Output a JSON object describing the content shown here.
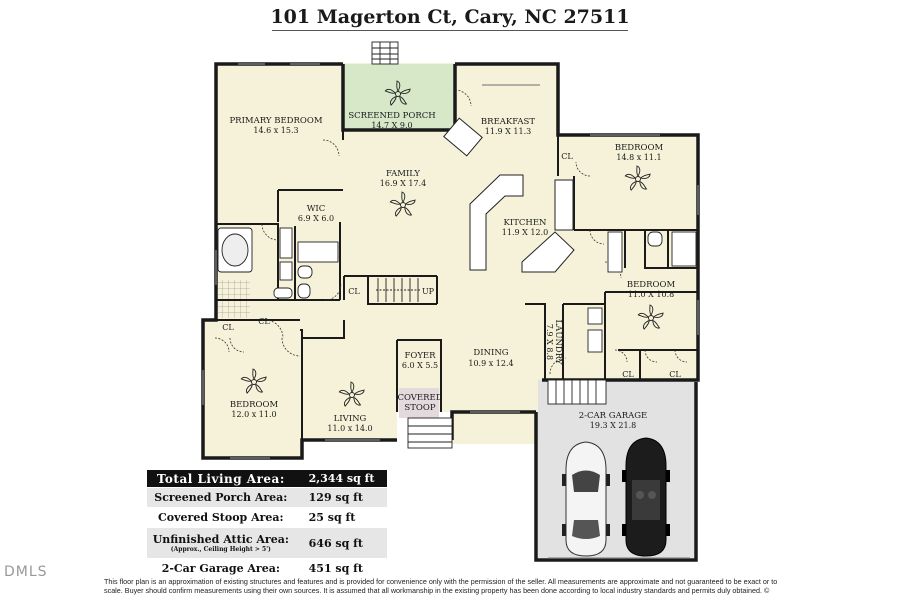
{
  "title": "101 Magerton Ct, Cary, NC 27511",
  "rooms": {
    "primary_bedroom": {
      "name": "PRIMARY BEDROOM",
      "dim": "14.6 x 15.3"
    },
    "screened_porch": {
      "name": "SCREENED PORCH",
      "dim": "14.7 X 9.0"
    },
    "breakfast": {
      "name": "BREAKFAST",
      "dim": "11.9 X 11.3"
    },
    "bedroom_ne": {
      "name": "BEDROOM",
      "dim": "14.8 x 11.1"
    },
    "family": {
      "name": "FAMILY",
      "dim": "16.9 X 17.4"
    },
    "wic": {
      "name": "WIC",
      "dim": "6.9 X 6.0"
    },
    "kitchen": {
      "name": "KITCHEN",
      "dim": "11.9 X 12.0"
    },
    "bedroom_e": {
      "name": "BEDROOM",
      "dim": "11.0 X 10.8"
    },
    "laundry": {
      "name": "LAUNDRY",
      "dim": "7.9 X 8.8"
    },
    "dining": {
      "name": "DINING",
      "dim": "10.9 x 12.4"
    },
    "foyer": {
      "name": "FOYER",
      "dim": "6.0 X 5.5"
    },
    "covered_stoop": {
      "name": "COVERED STOOP",
      "name_line1": "COVERED",
      "name_line2": "STOOP"
    },
    "bedroom_sw": {
      "name": "BEDROOM",
      "dim": "12.0 x 11.0"
    },
    "living": {
      "name": "LIVING",
      "dim": "11.0 x 14.0"
    },
    "garage": {
      "name": "2-CAR GARAGE",
      "dim": "19.3 X 21.8"
    }
  },
  "labels": {
    "closet": "CL",
    "stairs_up": "UP"
  },
  "area_table": [
    {
      "label": "Total Living Area:",
      "value": "2,344 sq ft"
    },
    {
      "label": "Screened Porch Area:",
      "value": "129 sq ft"
    },
    {
      "label": "Covered Stoop Area:",
      "value": "25 sq ft"
    },
    {
      "label": "Unfinished Attic Area:",
      "note": "(Approx., Ceiling Height > 5')",
      "value": "646 sq ft"
    },
    {
      "label": "2-Car Garage Area:",
      "value": "451 sq ft"
    }
  ],
  "watermark": "DMLS",
  "disclaimer": "This floor plan is an approximation of existing structures and features and is provided for convenience only with the permission of the seller.  All measurements are approximate and not guaranteed to be exact or to scale.  Buyer should confirm measurements using their own sources.  It is assumed that all workmanship in the existing property has been done according to local industry standards and permits duly obtained.  ©",
  "colors": {
    "floor": "#f5f2d9",
    "porch": "#d7e8c8",
    "garage": "#e2e2e2",
    "wall": "#1a1a1a",
    "table_header": "#111111"
  }
}
